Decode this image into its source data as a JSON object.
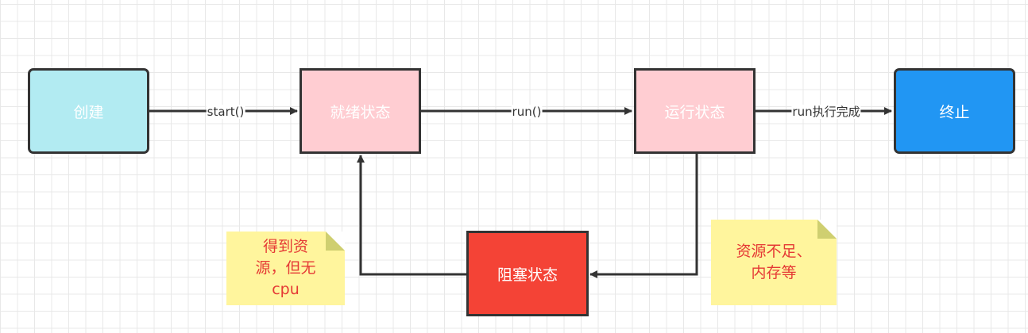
{
  "nodes": {
    "create": {
      "label": "创建",
      "color": "#b2ebf2"
    },
    "ready": {
      "label": "就绪状态",
      "color": "#ffcdd2"
    },
    "running": {
      "label": "运行状态",
      "color": "#ffcdd2"
    },
    "terminated": {
      "label": "终止",
      "color": "#2196f3"
    },
    "blocked": {
      "label": "阻塞状态",
      "color": "#f44336"
    }
  },
  "edges": {
    "start": "start()",
    "run": "run()",
    "finish": "run执行完成"
  },
  "notes": {
    "left": [
      "得到资",
      "源，但无",
      "cpu"
    ],
    "right": [
      "资源不足、",
      "内存等"
    ]
  }
}
